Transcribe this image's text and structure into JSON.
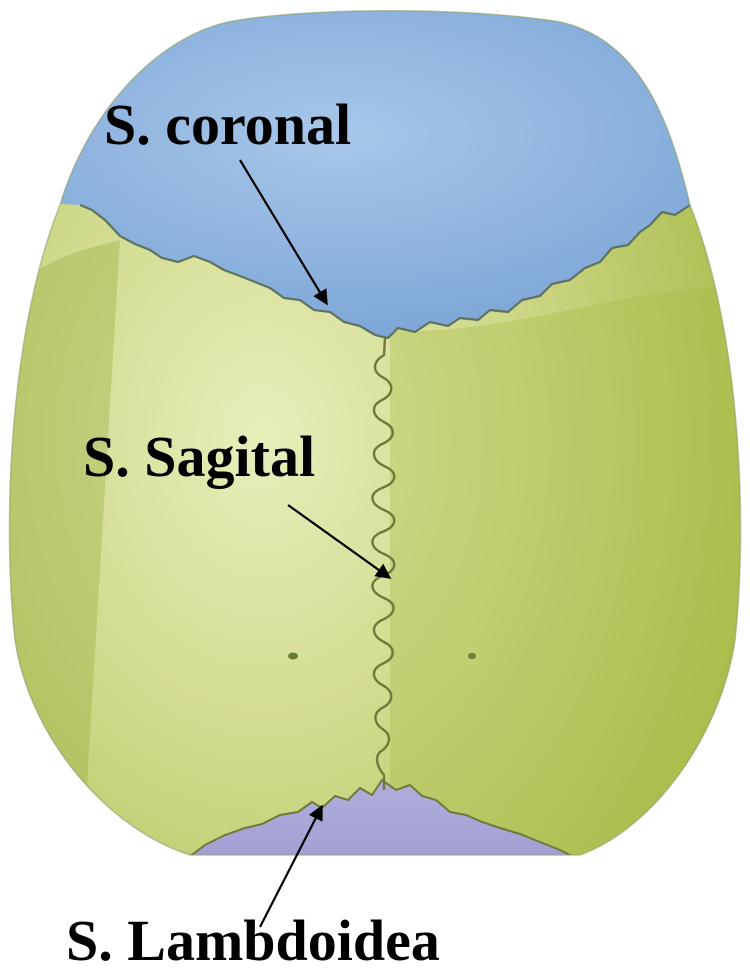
{
  "labels": {
    "coronal": "S. coronal",
    "sagital": "S. Sagital",
    "lambdoidea": "S. Lambdoidea"
  },
  "colors": {
    "frontal_bone": "#7fa9d8",
    "parietal_bone": "#b3c554",
    "parietal_highlight": "#e6ecb6",
    "occipital_bone": "#9c9ad0",
    "suture_line": "#6f7a3a",
    "label_text": "#000000",
    "arrow": "#000000"
  }
}
